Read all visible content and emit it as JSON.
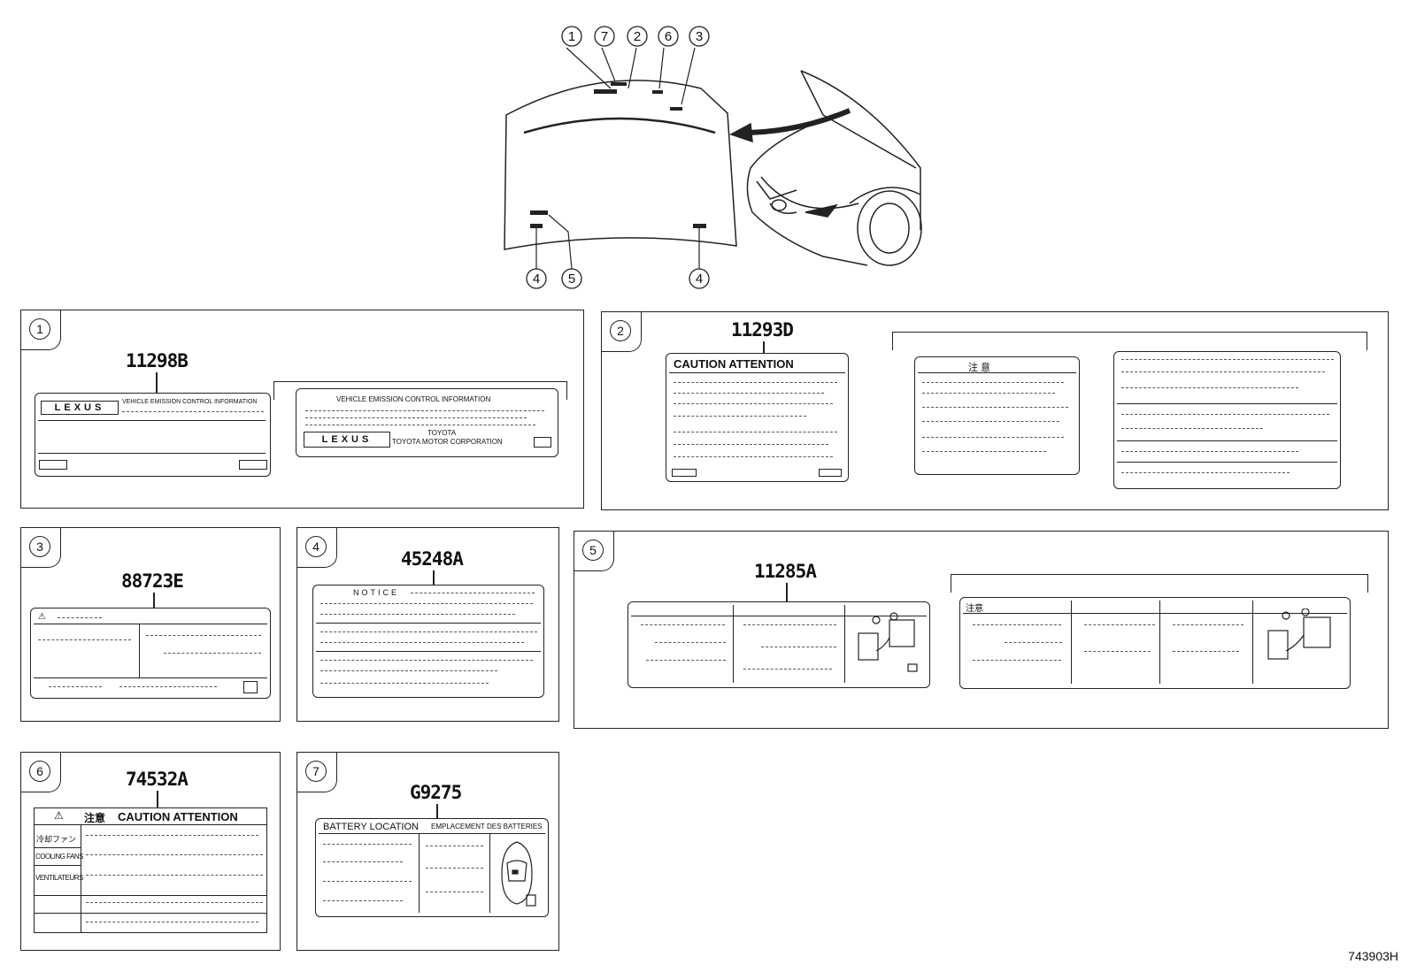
{
  "callouts": [
    "1",
    "7",
    "2",
    "6",
    "3",
    "4",
    "5",
    "4"
  ],
  "panels": [
    {
      "num": "1",
      "part": "11298B"
    },
    {
      "num": "2",
      "part": "11293D"
    },
    {
      "num": "3",
      "part": "88723E"
    },
    {
      "num": "4",
      "part": "45248A"
    },
    {
      "num": "5",
      "part": "11285A"
    },
    {
      "num": "6",
      "part": "74532A"
    },
    {
      "num": "7",
      "part": "G9275"
    }
  ],
  "label1": {
    "logo": "LEXUS",
    "line": "VEHICLE EMISSION CONTROL INFORMATION",
    "title": "VEHICLE EMISSION CONTROL INFORMATION",
    "maker_short": "TOYOTA",
    "maker": "TOYOTA MOTOR CORPORATION"
  },
  "label2": {
    "header": "CAUTION    ATTENTION",
    "header_jp": "注 意"
  },
  "label4": {
    "header": "NOTICE"
  },
  "label5": {
    "header_jp": "注意"
  },
  "label6": {
    "header_jp": "注意",
    "header": "CAUTION   ATTENTION",
    "rows": [
      "冷却ファン",
      "COOLING FANS",
      "VENTILATEURS"
    ]
  },
  "label7": {
    "left": "BATTERY LOCATION",
    "right": "EMPLACEMENT DES BATTERIES"
  },
  "drawing_number": "743903H"
}
